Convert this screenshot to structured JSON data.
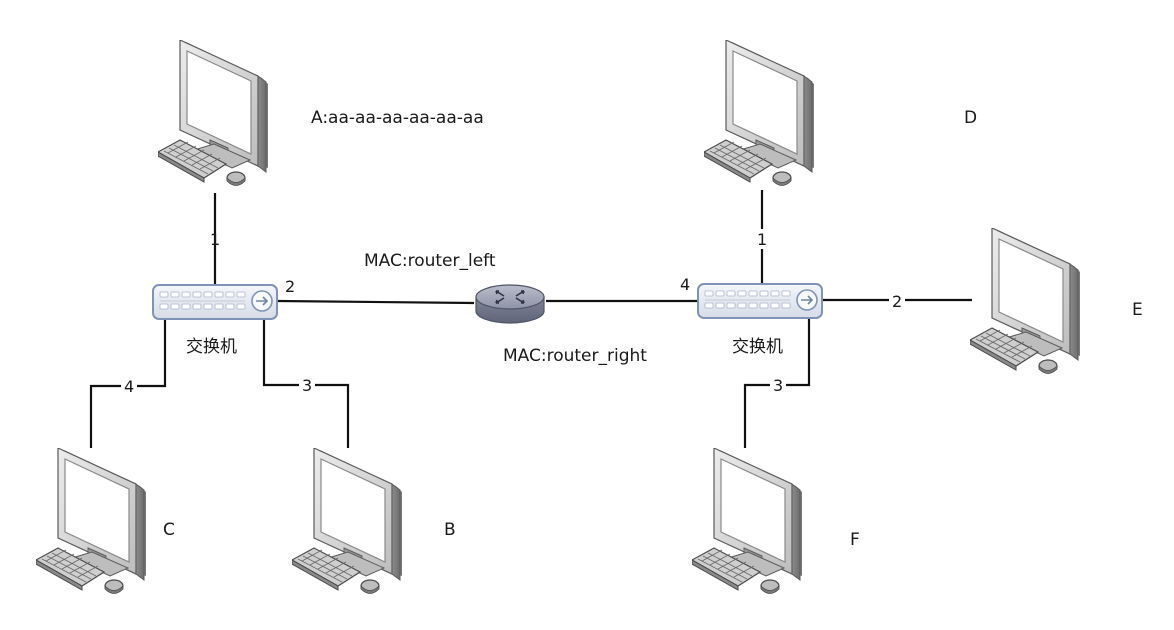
{
  "labels": {
    "host_a": "A:aa-aa-aa-aa-aa-aa",
    "host_b": "B",
    "host_c": "C",
    "host_d": "D",
    "host_e": "E",
    "host_f": "F",
    "switch_left": "交换机",
    "switch_right": "交换机",
    "router_left_mac": "MAC:router_left",
    "router_right_mac": "MAC:router_right"
  },
  "ports": {
    "left_1": "1",
    "left_2": "2",
    "left_3": "3",
    "left_4": "4",
    "right_1": "1",
    "right_2": "2",
    "right_3": "3",
    "right_4": "4"
  },
  "icons": {
    "computer": "computer-icon",
    "switch": "network-switch-icon",
    "router": "router-icon"
  },
  "colors": {
    "switch_body": "#e9ecf2",
    "switch_border": "#7f93b8",
    "router_body": "#9aa0b2",
    "monitor_body": "#d4d4d4",
    "wire": "#111111"
  }
}
